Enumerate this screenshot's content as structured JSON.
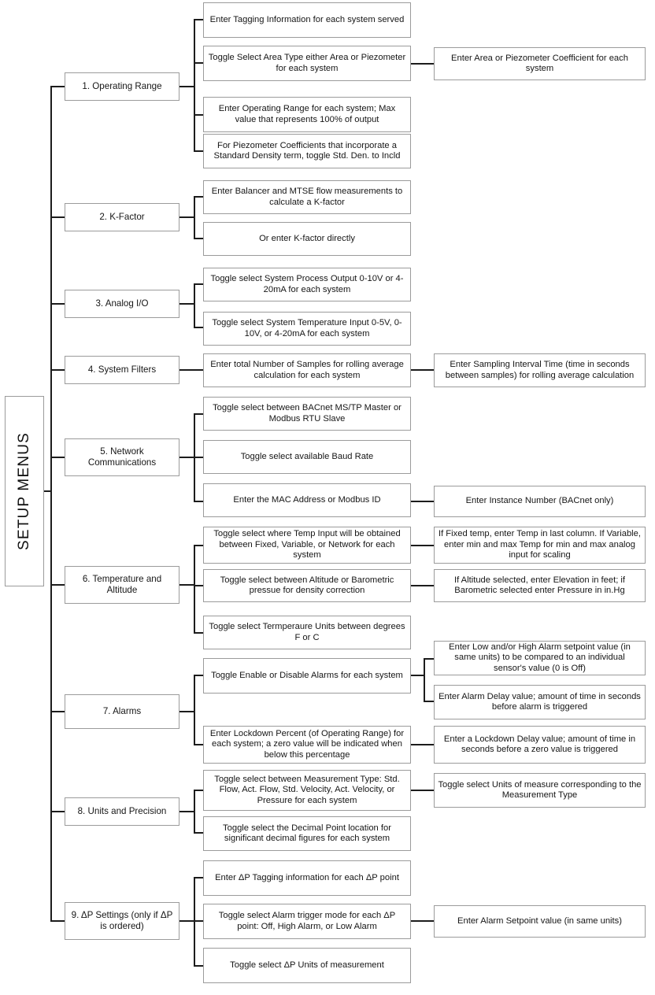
{
  "diagram": {
    "title": "SETUP MENUS",
    "type": "tree-flowchart",
    "root": {
      "label": "SETUP MENUS"
    },
    "menus": [
      {
        "id": "operating-range",
        "label": "1. Operating Range",
        "children": [
          {
            "id": "tagging-info",
            "label": "Enter Tagging Information for each system served",
            "children": []
          },
          {
            "id": "area-type",
            "label": "Toggle Select Area Type either Area or Piezometer for each system",
            "children": [
              {
                "id": "area-coefficient",
                "label": "Enter Area or Piezometer Coefficient for each system"
              }
            ]
          },
          {
            "id": "operating-range-value",
            "label": "Enter Operating Range for each system; Max value that represents 100% of output",
            "children": []
          },
          {
            "id": "std-density",
            "label": "For Piezometer Coefficients that incorporate a Standard Density term, toggle Std. Den. to Incld",
            "children": []
          }
        ]
      },
      {
        "id": "k-factor",
        "label": "2. K-Factor",
        "children": [
          {
            "id": "balancer-mtse",
            "label": "Enter Balancer and MTSE flow measurements to calculate a K-factor",
            "children": []
          },
          {
            "id": "k-factor-direct",
            "label": "Or enter K-factor directly",
            "children": []
          }
        ]
      },
      {
        "id": "analog-io",
        "label": "3. Analog I/O",
        "children": [
          {
            "id": "process-output",
            "label": "Toggle select System Process Output 0-10V or 4-20mA for each system",
            "children": []
          },
          {
            "id": "temperature-input",
            "label": "Toggle select System Temperature Input 0-5V, 0-10V, or 4-20mA for each system",
            "children": []
          }
        ]
      },
      {
        "id": "system-filters",
        "label": "4. System Filters",
        "children": [
          {
            "id": "number-of-samples",
            "label": "Enter total Number of Samples for rolling average calculation for each system",
            "children": [
              {
                "id": "sampling-interval",
                "label": "Enter Sampling Interval Time (time in seconds between samples) for rolling average calculation"
              }
            ]
          }
        ]
      },
      {
        "id": "network-communications",
        "label": "5. Network Communications",
        "children": [
          {
            "id": "protocol-select",
            "label": "Toggle select between BACnet MS/TP Master or Modbus RTU Slave",
            "children": []
          },
          {
            "id": "baud-rate",
            "label": "Toggle select available Baud Rate",
            "children": []
          },
          {
            "id": "mac-address",
            "label": "Enter the MAC Address or Modbus ID",
            "children": [
              {
                "id": "instance-number",
                "label": "Enter Instance Number (BACnet only)"
              }
            ]
          }
        ]
      },
      {
        "id": "temperature-altitude",
        "label": "6. Temperature and Altitude",
        "children": [
          {
            "id": "temp-input-source",
            "label": "Toggle select where Temp Input will be obtained between Fixed, Variable, or Network for each system",
            "children": [
              {
                "id": "temp-scaling",
                "label": "If Fixed temp, enter Temp in last column. If Variable, enter min and max Temp for min and max analog input for scaling"
              }
            ]
          },
          {
            "id": "altitude-barometric",
            "label": "Toggle select between Altitude or Barometric pressue for density correction",
            "children": [
              {
                "id": "elevation-pressure",
                "label": "If Altitude selected, enter Elevation in feet; if Barometric selected enter Pressure in in.Hg"
              }
            ]
          },
          {
            "id": "temperature-units",
            "label": "Toggle select Termperaure Units between degrees F or C",
            "children": []
          }
        ]
      },
      {
        "id": "alarms",
        "label": "7. Alarms",
        "children": [
          {
            "id": "enable-alarms",
            "label": "Toggle Enable or Disable Alarms for each system",
            "children": [
              {
                "id": "alarm-setpoint",
                "label": "Enter Low and/or High Alarm setpoint value (in same units) to be compared to an individual sensor's value (0 is Off)"
              },
              {
                "id": "alarm-delay",
                "label": "Enter Alarm Delay value; amount of time in seconds before alarm is triggered"
              }
            ]
          },
          {
            "id": "lockdown-percent",
            "label": "Enter Lockdown Percent (of Operating Range) for each system; a zero value will be indicated when below this percentage",
            "children": [
              {
                "id": "lockdown-delay",
                "label": "Enter a Lockdown Delay value; amount of time in seconds before a zero value is triggered"
              }
            ]
          }
        ]
      },
      {
        "id": "units-precision",
        "label": "8. Units and Precision",
        "children": [
          {
            "id": "measurement-type",
            "label": "Toggle select between Measurement Type: Std. Flow, Act. Flow, Std. Velocity, Act. Velocity, or Pressure for each system",
            "children": [
              {
                "id": "units-of-measure",
                "label": "Toggle select Units of measure corresponding to the Measurement Type"
              }
            ]
          },
          {
            "id": "decimal-point",
            "label": "Toggle select the Decimal Point location for significant decimal figures for each system",
            "children": []
          }
        ]
      },
      {
        "id": "dp-settings",
        "label": "9. ΔP Settings (only if ΔP is ordered)",
        "children": [
          {
            "id": "dp-tagging",
            "label": "Enter ΔP Tagging information for each ΔP point",
            "children": []
          },
          {
            "id": "dp-alarm-mode",
            "label": "Toggle select Alarm trigger mode for each ΔP point:  Off, High Alarm, or Low Alarm",
            "children": [
              {
                "id": "dp-alarm-setpoint",
                "label": "Enter Alarm Setpoint value (in same units)"
              }
            ]
          },
          {
            "id": "dp-units",
            "label": "Toggle select ΔP Units of measurement",
            "children": []
          }
        ]
      }
    ]
  },
  "style": {
    "box_border": "#9b9b9b",
    "connector": "#1c1c1c",
    "background": "#ffffff",
    "text": "#161616"
  }
}
